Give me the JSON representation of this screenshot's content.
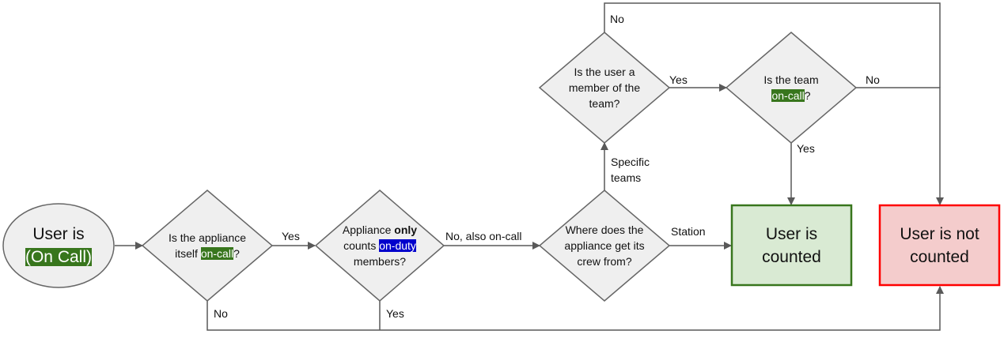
{
  "colors": {
    "line": "#595959",
    "diamond_fill": "#efefef",
    "diamond_stroke": "#666666",
    "start_fill": "#efefef",
    "counted_fill": "#d9ead3",
    "counted_stroke": "#38761d",
    "not_counted_fill": "#f4cccc",
    "not_counted_stroke": "#ff0000",
    "highlight_green": "#38761d",
    "highlight_blue": "#0000cc"
  },
  "nodes": {
    "start": {
      "line1": "User is",
      "line2": "(On Call)"
    },
    "q_appliance": {
      "line1": "Is the appliance",
      "line2_pre": "itself ",
      "line2_hl": "on-call",
      "line2_post": "?"
    },
    "q_only": {
      "line1_pre": "Appliance ",
      "line1_bold": "only",
      "line2_pre": "counts ",
      "line2_hl": "on-duty",
      "line3": "members?"
    },
    "q_crew": {
      "line1": "Where does the",
      "line2": "appliance get its",
      "line3": "crew from?"
    },
    "q_member": {
      "line1": "Is the user a",
      "line2": "member of the",
      "line3": "team?"
    },
    "q_team": {
      "line1": "Is the team",
      "line2_hl": "on-call",
      "line2_post": "?"
    },
    "counted": {
      "line1": "User is",
      "line2": "counted"
    },
    "not_counted": {
      "line1": "User is not",
      "line2": "counted"
    }
  },
  "edge_labels": {
    "appliance_yes": "Yes",
    "appliance_no": "No",
    "only_no": "No, also on-call",
    "only_yes": "Yes",
    "crew_station": "Station",
    "crew_specific_1": "Specific",
    "crew_specific_2": "teams",
    "member_yes": "Yes",
    "member_no": "No",
    "team_no": "No",
    "team_yes": "Yes"
  }
}
